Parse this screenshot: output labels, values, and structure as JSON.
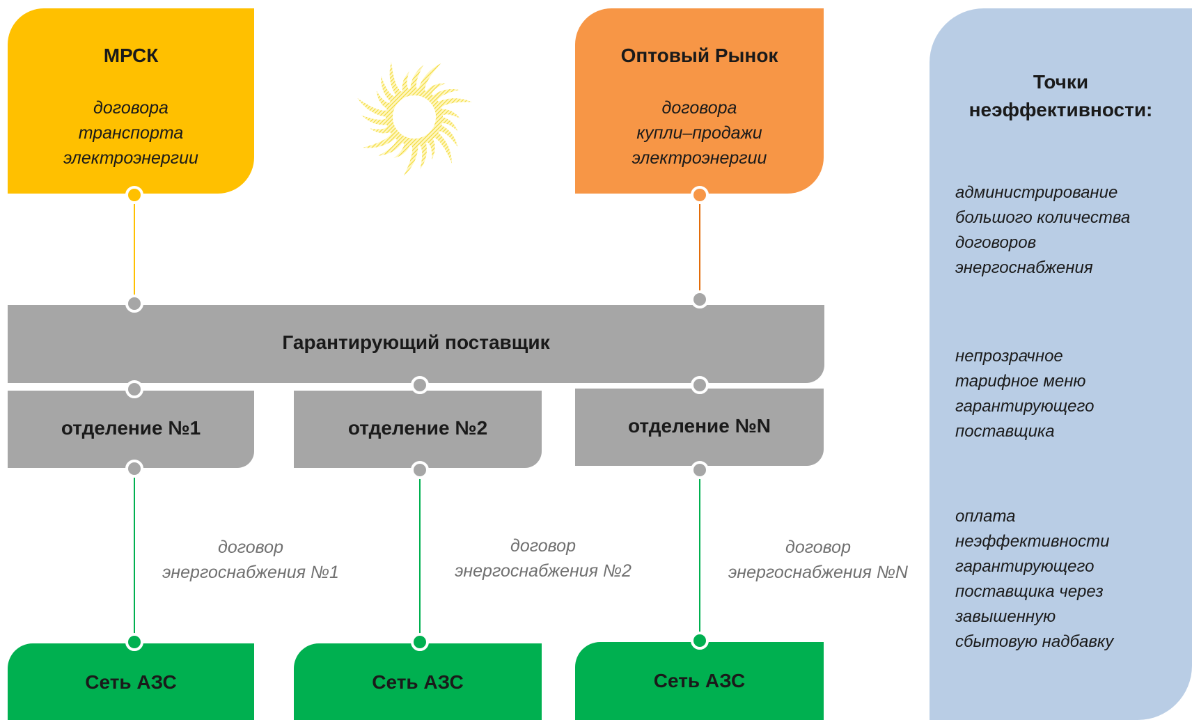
{
  "mrsk": {
    "title": "МРСК",
    "subtitle": [
      "договора",
      "транспорта",
      "электроэнергии"
    ]
  },
  "market": {
    "title": "Оптовый Рынок",
    "subtitle": [
      "договора",
      "купли–продажи",
      "электроэнергии"
    ]
  },
  "supplier": {
    "title": "Гарантирующий поставщик"
  },
  "branches": [
    {
      "label": "отделение №1"
    },
    {
      "label": "отделение №2"
    },
    {
      "label": "отделение №N"
    }
  ],
  "contracts": [
    {
      "line1": "договор",
      "line2": "энергоснабжения №1"
    },
    {
      "line1": "договор",
      "line2": "энергоснабжения №2"
    },
    {
      "line1": "договор",
      "line2": "энергоснабжения №N"
    }
  ],
  "stations": [
    {
      "label": "Сеть АЗС"
    },
    {
      "label": "Сеть АЗС"
    },
    {
      "label": "Сеть АЗС"
    }
  ],
  "panel": {
    "title": [
      "Точки",
      "неэффективности:"
    ],
    "points": [
      [
        "администрирование",
        "большого количества",
        "договоров",
        "энергоснабжения"
      ],
      [
        "непрозрачное",
        "тарифное меню",
        "гарантирующего",
        "поставщика"
      ],
      [
        "оплата",
        "неэффективности",
        "гарантирующего",
        "поставщика через",
        "завышенную",
        "сбытовую надбавку"
      ]
    ]
  },
  "colors": {
    "mrsk": "#FFC000",
    "market": "#F79646",
    "gray": "#A6A6A6",
    "green": "#00B050",
    "panel": "#B9CDE5"
  }
}
